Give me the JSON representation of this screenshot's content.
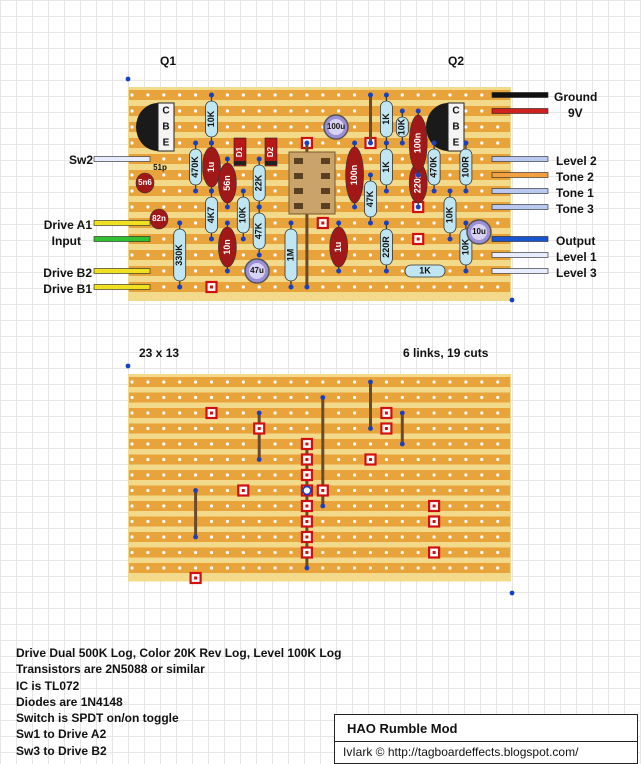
{
  "transistors": [
    {
      "label": "Q1",
      "pins": [
        "C",
        "B",
        "E"
      ]
    },
    {
      "label": "Q2",
      "pins": [
        "C",
        "B",
        "E"
      ]
    }
  ],
  "left_labels": [
    "Sw2",
    "Drive A1",
    "Input",
    "Drive B2",
    "Drive B1"
  ],
  "right_labels": [
    "Ground",
    "9V",
    "Level 2",
    "Tone 2",
    "Tone 1",
    "Tone 3",
    "Output",
    "Level 1",
    "Level 3"
  ],
  "components": {
    "resistors": [
      "10K",
      "1K",
      "470K",
      "330K",
      "4K7",
      "10K",
      "22K",
      "47K",
      "1M",
      "10K",
      "1K",
      "47K",
      "220R",
      "470K",
      "10K",
      "10K",
      "100R",
      "1K"
    ],
    "film_caps": [
      "1u",
      "56n",
      "10n",
      "100n",
      "220n",
      "1u",
      "100n"
    ],
    "small_caps": [
      "5n6",
      "82n",
      "51p"
    ],
    "electrolytic": [
      "100u",
      "47u",
      "10u"
    ],
    "diodes": [
      "D1",
      "D2"
    ]
  },
  "board_info": {
    "size": "23 x 13",
    "links_cuts": "6 links, 19 cuts"
  },
  "notes": [
    "Drive Dual 500K Log, Color 20K Rev Log, Level 100K Log",
    "Transistors are 2N5088 or similar",
    "IC is TL072",
    "Diodes are 1N4148",
    "Switch is SPDT on/on toggle",
    "Sw1 to Drive A2",
    "Sw3 to Drive B2"
  ],
  "title": "HAO Rumble Mod",
  "credit": "IvIark © http://tagboardeffects.blogspot.com/",
  "colors": {
    "board": "#f3d98a",
    "strip": "#e8a33a",
    "cut": "#d01010",
    "resistor": "#bfe6f2",
    "cap": "#a01818",
    "elec": "#9b8fd6",
    "ic": "#c9a36a"
  }
}
